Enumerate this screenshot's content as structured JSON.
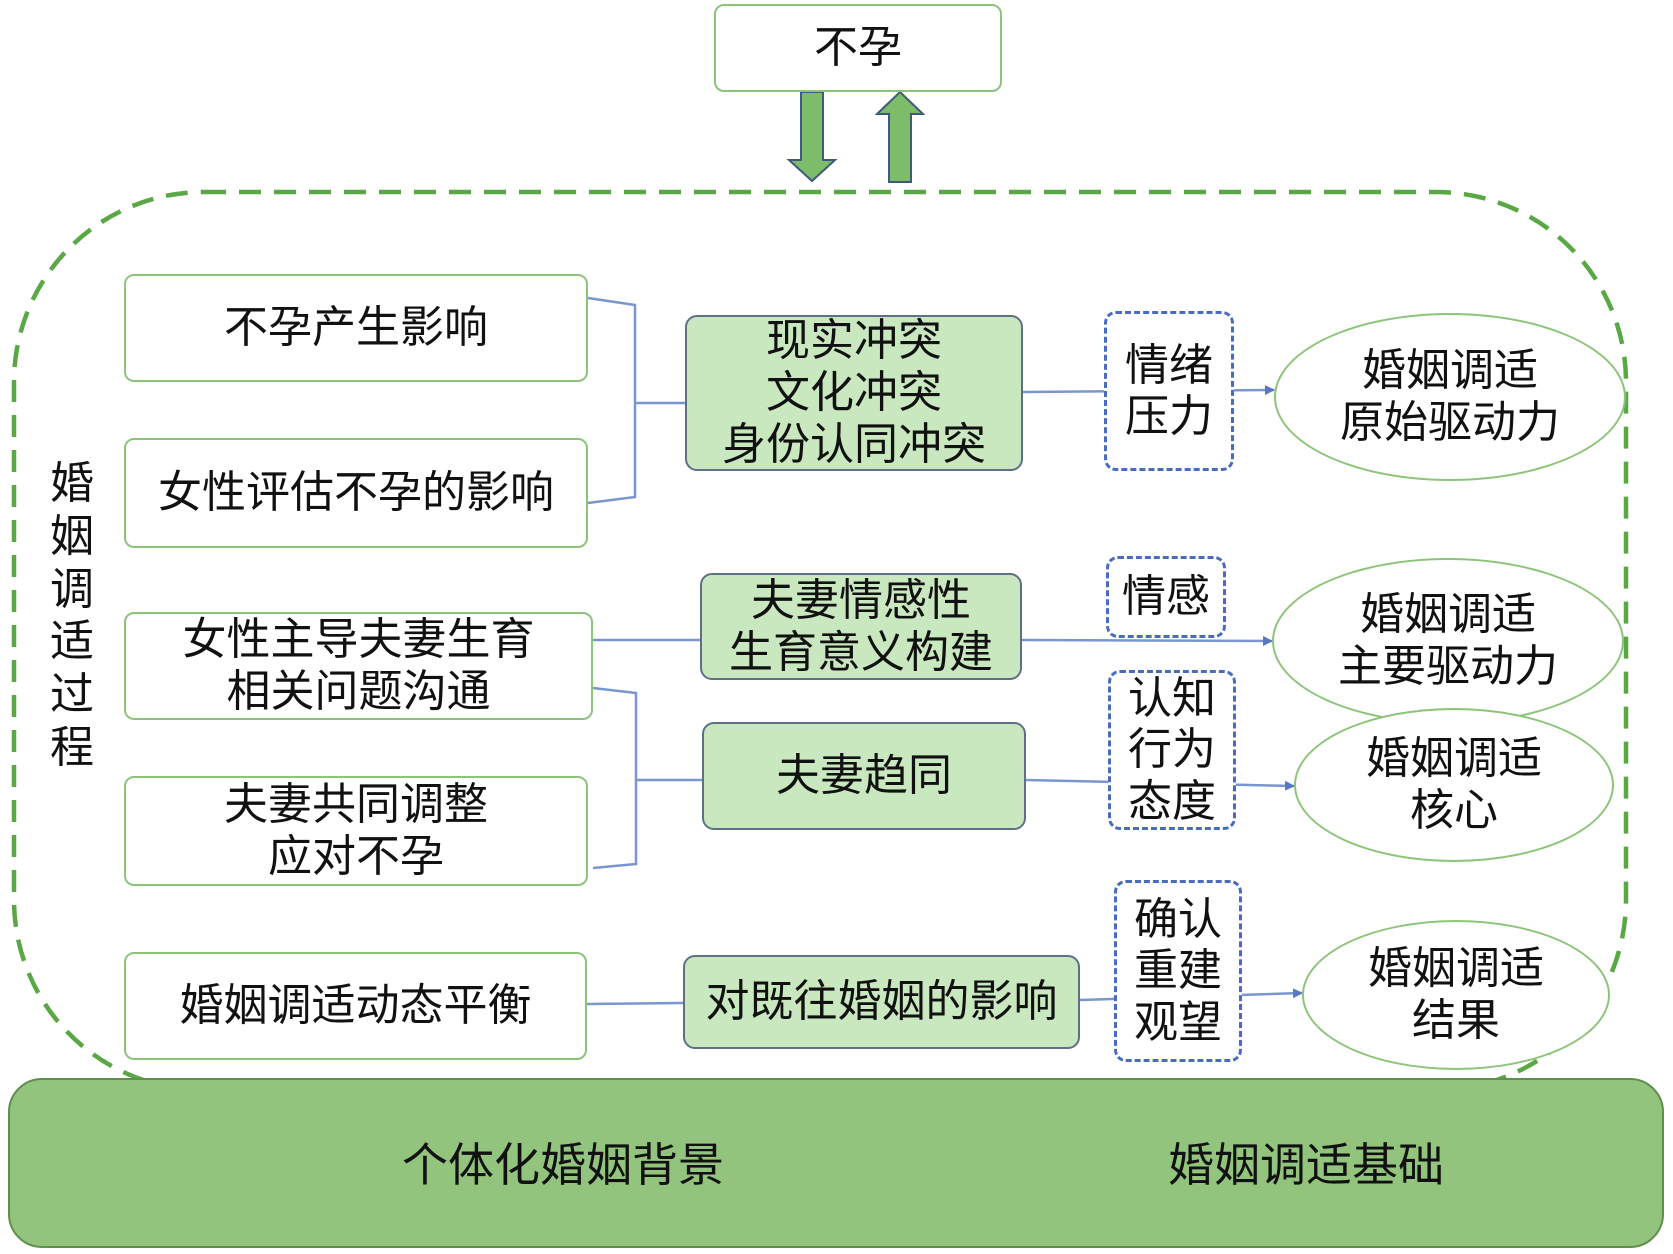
{
  "infertility": "不孕",
  "process_label": "婚姻调适过程",
  "groups": [
    {
      "inputs": [
        "不孕产生影响",
        "女性评估不孕的影响"
      ],
      "center": "现实冲突\n文化冲突\n身份认同冲突",
      "tag": "情绪\n压力",
      "outcome": "婚姻调适\n原始驱动力"
    },
    {
      "center": "夫妻情感性\n生育意义构建",
      "tag": "情感",
      "outcome": "婚姻调适\n主要驱动力"
    },
    {
      "inputs": [
        "女性主导夫妻生育\n相关问题沟通",
        "夫妻共同调整\n应对不孕"
      ],
      "center": "夫妻趋同",
      "tag": "认知\n行为\n态度",
      "outcome": "婚姻调适\n核心"
    },
    {
      "inputs": [
        "婚姻调适动态平衡"
      ],
      "center": "对既往婚姻的影响",
      "tag": "确认\n重建\n观望",
      "outcome": "婚姻调适\n结果"
    }
  ],
  "base": {
    "left_text": "个体化婚姻背景",
    "right_text": "婚姻调适基础"
  },
  "colors": {
    "green_border": "#8cc47a",
    "green_fill": "#c9e8bf",
    "base_fill": "#93c47d",
    "dash_green": "#5aa845",
    "connector_blue": "#7a96d0",
    "dash_blue": "#4a6cc0"
  }
}
